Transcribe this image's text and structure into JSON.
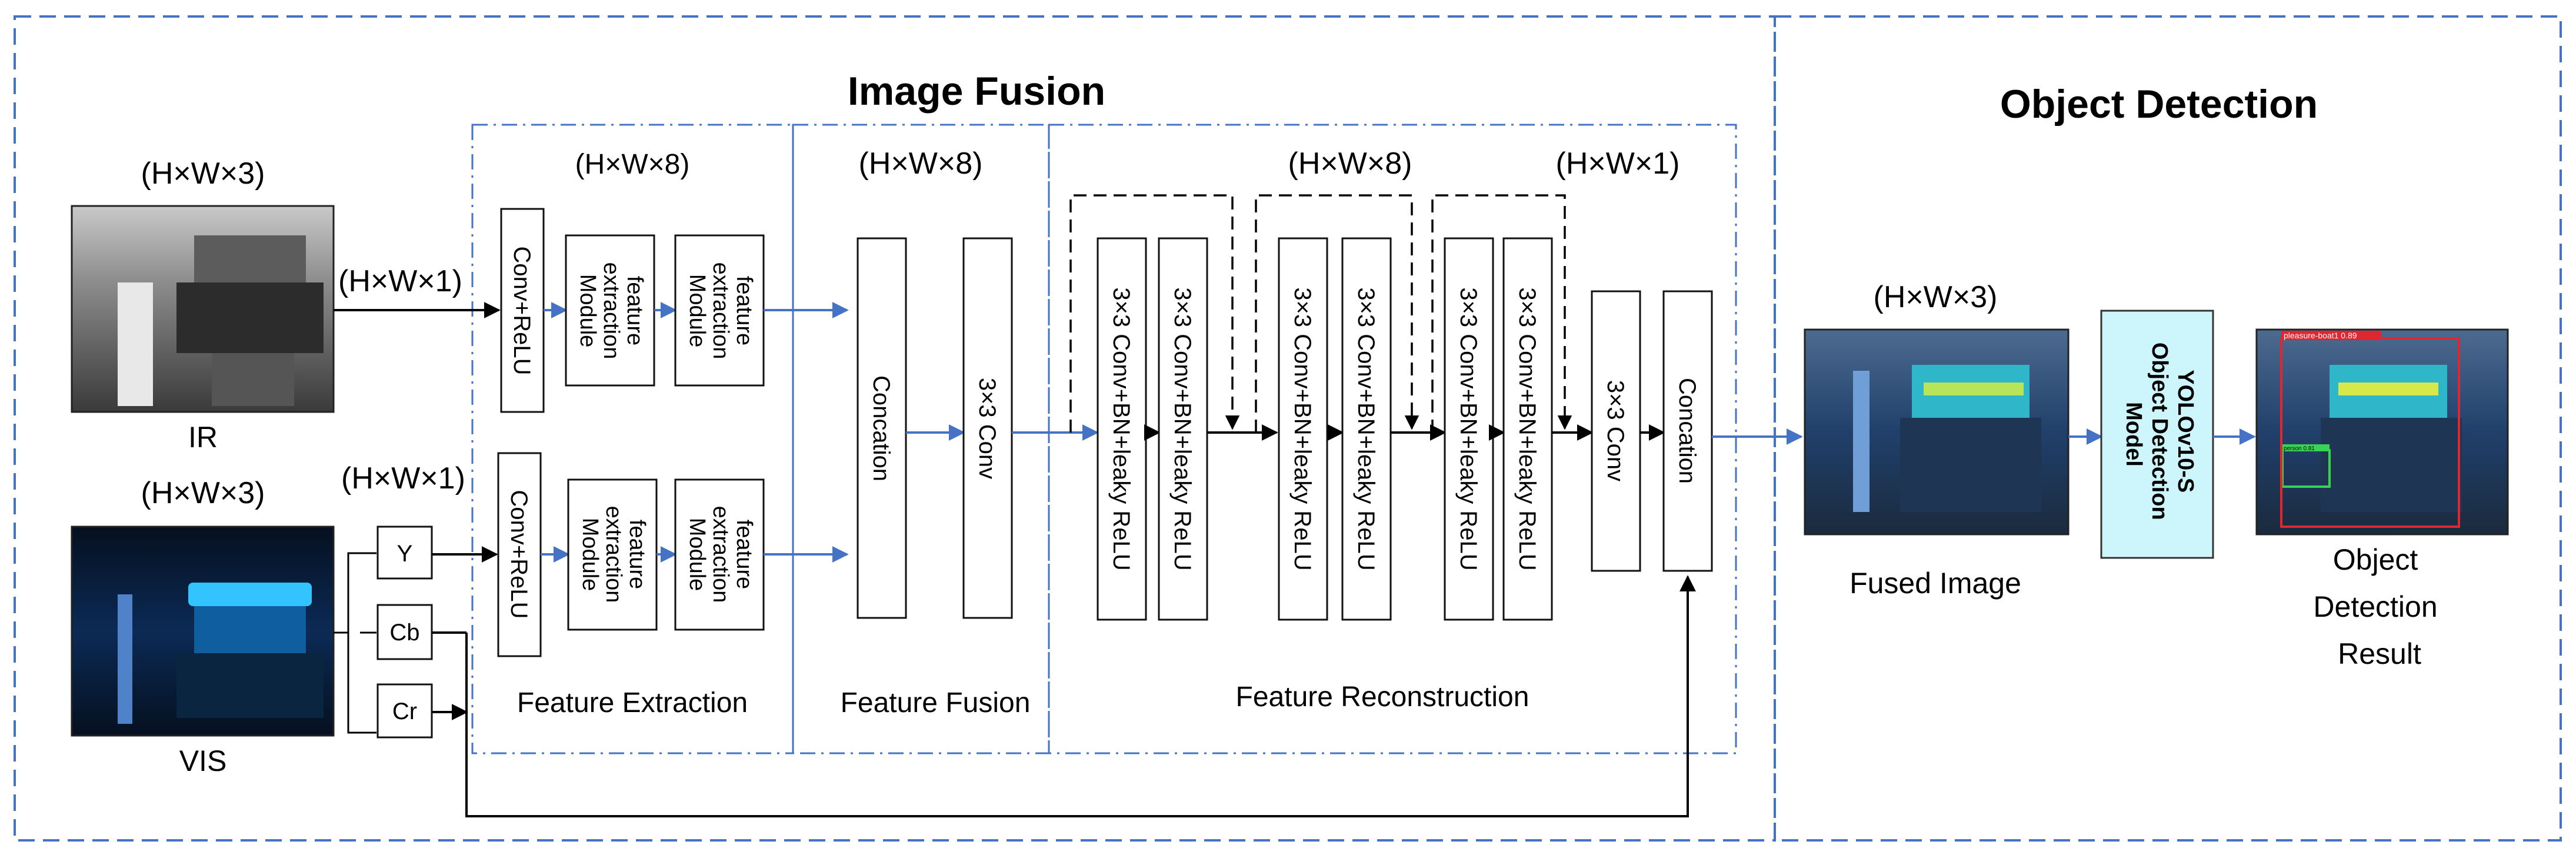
{
  "sections": {
    "image_fusion_title": "Image Fusion",
    "object_detection_title": "Object Detection"
  },
  "inputs": {
    "ir": {
      "dim": "(H×W×3)",
      "label": "IR",
      "out_dim": "(H×W×1)"
    },
    "vis": {
      "dim": "(H×W×3)",
      "label": "VIS",
      "out_dim": "(H×W×1)"
    },
    "channels": [
      "Y",
      "Cb",
      "Cr"
    ]
  },
  "feature_extraction": {
    "title": "Feature Extraction",
    "dim": "(H×W×8)",
    "conv_relu": "Conv+ReLU",
    "module": "feature extraction Module"
  },
  "feature_fusion": {
    "title": "Feature Fusion",
    "dim": "(H×W×8)",
    "concat": "Concation",
    "conv": "3×3 Conv"
  },
  "feature_reconstruction": {
    "title": "Feature Reconstruction",
    "dim_mid": "(H×W×8)",
    "dim_out": "(H×W×1)",
    "block": "3×3 Conv+BN+leaky ReLU",
    "conv": "3×3 Conv",
    "concat": "Concation"
  },
  "detection": {
    "fused_dim": "(H×W×3)",
    "fused_label": "Fused Image",
    "model_lines": [
      "YOLOv10-S",
      "Object Detection",
      "Model"
    ],
    "result_lines": [
      "Object",
      "Detection",
      "Result"
    ],
    "det_label_1": "pleasure-boat1  0.89",
    "det_label_2": "person  0.81"
  },
  "colors": {
    "accent_blue": "#4472c4",
    "model_fill": "#ccf6fb",
    "detection_red": "#e0262f",
    "detection_green": "#39d353"
  }
}
